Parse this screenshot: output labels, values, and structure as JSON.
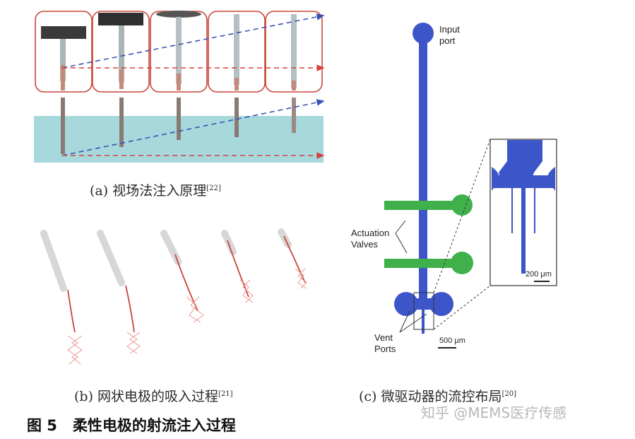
{
  "panel_a": {
    "caption": "(a) 视场法注入原理",
    "ref": "[22]"
  },
  "panel_b": {
    "caption": "(b) 网状电极的吸入过程",
    "ref": "[21]"
  },
  "panel_c": {
    "caption": "(c) 微驱动器的流控布局",
    "ref": "[20]",
    "input_port": [
      "Input",
      "port"
    ],
    "actuation_valves": [
      "Actuation",
      "Valves"
    ],
    "vent_ports": [
      "Vent",
      "Ports"
    ],
    "scale_main": "500 μm",
    "scale_inset": "200 μm"
  },
  "figure": {
    "number": "图 5",
    "title": "柔性电极的射流注入过程"
  },
  "watermark": "知乎 @MEMS医疗传感",
  "colors": {
    "box_red": "#c8463a",
    "arrow_blue": "#3b52b4",
    "arrow_red": "#d6423a",
    "water": "#a6d8dc",
    "channel_blue": "#3c55c8",
    "valve_green": "#3fb04a",
    "mesh_red": "#c8463a"
  }
}
